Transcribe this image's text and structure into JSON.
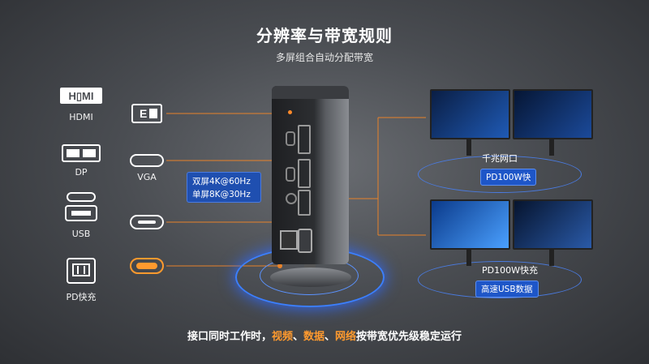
{
  "title": "分辨率与带宽规则",
  "subtitle": "多屏组合自动分配带宽",
  "left_ports": [
    {
      "label": "HDMI",
      "icon": "hdmi-logo-icon"
    },
    {
      "label": "DP",
      "icon": "displayport-icon"
    },
    {
      "label": "USB",
      "icon": "usb-port-icon"
    },
    {
      "label": "PD快充",
      "icon": "pd-charge-icon"
    }
  ],
  "vga_label": "VGA",
  "spec_box": {
    "line1": "双屏4K@60Hz",
    "line2": "单屏8K@30Hz"
  },
  "right_top": {
    "badge1": "千兆网口",
    "badge2": "PD100W快"
  },
  "right_bottom": {
    "badge1": "PD100W快充",
    "badge2": "高速USB数据"
  },
  "footer": {
    "part1": "接口同时工作时，",
    "hl1": "视频",
    "sep1": "、",
    "hl2": "数据",
    "sep2": "、",
    "hl3": "网络",
    "part2": "按带宽优先级稳定运行"
  },
  "colors": {
    "accent": "#ff9a2e",
    "badge_blue": "#1e56c8",
    "line_orange": "#e8822a"
  }
}
